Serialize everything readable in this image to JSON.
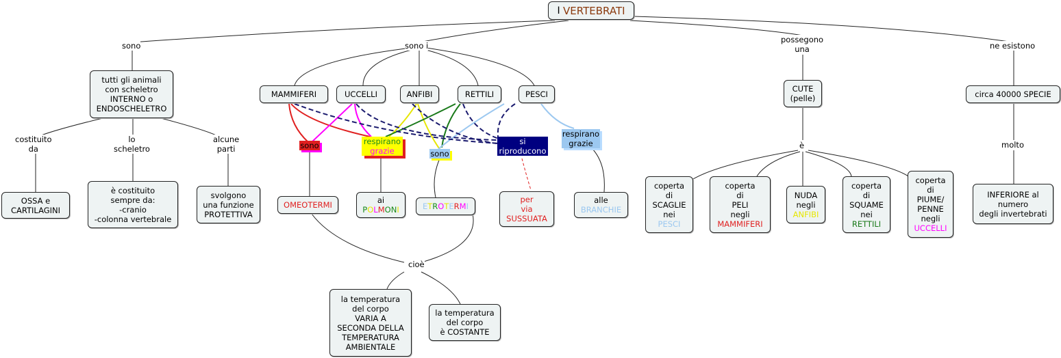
{
  "title": {
    "prefix": "I",
    "main": "VERTEBRATI"
  },
  "colors": {
    "title": "#8b3a0e",
    "mammiferi": "#e02020",
    "uccelli": "#ff00ff",
    "anfibi": "#ffff00",
    "rettili": "#1a7a1a",
    "pesci": "#9cc8f0",
    "riproducono": "#000080"
  },
  "links": {
    "sono": "sono",
    "sono_i": "sono i",
    "possegono": [
      "possegono",
      "una"
    ],
    "ne_esistono": "ne esistono",
    "costituito": [
      "costituito",
      "da"
    ],
    "lo_scheletro": [
      "lo",
      "scheletro"
    ],
    "alcune_parti": [
      "alcune",
      "parti"
    ],
    "cioe": "cioè",
    "e": "è",
    "molto": "molto"
  },
  "nodes": {
    "tutti": [
      "tutti gli animali",
      "con scheletro",
      "INTERNO o",
      "ENDOSCHELETRO"
    ],
    "ossa": [
      "OSSA e",
      "CARTILAGINI"
    ],
    "costituito": [
      "è costituito",
      "sempre da:",
      "-cranio",
      "-colonna vertebrale"
    ],
    "svolgono": [
      "svolgono",
      "una funzione",
      "PROTETTIVA"
    ],
    "classes": [
      "MAMMIFERI",
      "UCCELLI",
      "ANFIBI",
      "RETTILI",
      "PESCI"
    ],
    "sono_red": "sono",
    "respirano_yellow": [
      "respirano",
      "grazie"
    ],
    "sono_blue": "sono",
    "si_riproducono": [
      "si",
      "riproducono"
    ],
    "respirano_blue": [
      "respirano",
      "grazie"
    ],
    "omeotermi": "OMEOTERMI",
    "polmoni": {
      "prefix": "ai",
      "letters": [
        "P",
        "O",
        "L",
        "M",
        "O",
        "N",
        "I"
      ],
      "letter_colors": [
        "#1a8a1a",
        "#e6e600",
        "#ff00ff",
        "#e02020",
        "#1a8a1a",
        "#1a8a1a",
        "#e6e600"
      ]
    },
    "etrotermi": {
      "letters": [
        "E",
        "T",
        "R",
        "O",
        "T",
        "E",
        "R",
        "M",
        "I"
      ],
      "letter_colors": [
        "#9cc8f0",
        "#e6e600",
        "#1a8a1a",
        "#ff00ff",
        "#e6e600",
        "#9cc8f0",
        "#e02020",
        "#ff00ff",
        "#9cc8f0"
      ]
    },
    "sussuata": [
      "per",
      "via",
      "SUSSUATA"
    ],
    "branchie": [
      "alle",
      "BRANCHIE"
    ],
    "varia": [
      "la temperatura",
      "del corpo",
      "VARIA A",
      "SECONDA DELLA",
      "TEMPERATURA",
      "AMBIENTALE"
    ],
    "costante": [
      "la temperatura",
      "del corpo",
      "è COSTANTE"
    ],
    "cute": [
      "CUTE",
      "(pelle)"
    ],
    "scaglie": [
      "coperta",
      "di",
      "SCAGLIE",
      "nei",
      "PESCI"
    ],
    "peli": [
      "coperta",
      "di",
      "PELI",
      "negli",
      "MAMMIFERI"
    ],
    "nuda": [
      "NUDA",
      "negli",
      "ANFIBI"
    ],
    "squame": [
      "coperta",
      "di",
      "SQUAME",
      "nei",
      "RETTILI"
    ],
    "piume": [
      "coperta",
      "di",
      "PIUME/",
      "PENNE",
      "negli",
      "UCCELLI"
    ],
    "specie": "circa 40000 SPECIE",
    "inferiore": [
      "INFERIORE al",
      "numero",
      "degli invertebrati"
    ]
  }
}
